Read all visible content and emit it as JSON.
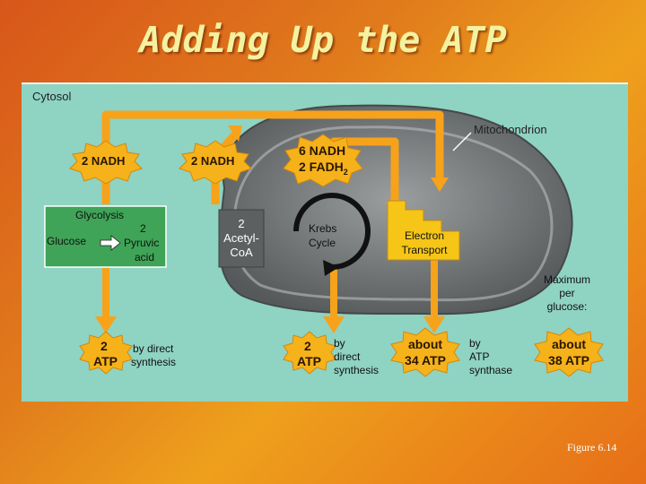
{
  "slide": {
    "title": "Adding Up the ATP",
    "figure_ref": "Figure 6.14"
  },
  "diagram": {
    "cytosol_label": "Cytosol",
    "mitochondrion_label": "Mitochondrion",
    "nadh_glycolysis": "2 NADH",
    "nadh_acetyl": "2 NADH",
    "nadh_krebs_line1": "6 NADH",
    "nadh_krebs_line2": "2 FADH",
    "nadh_krebs_sub": "2",
    "glycolysis": {
      "title": "Glycolysis",
      "glucose": "Glucose",
      "pyruvic_count": "2",
      "pyruvic_line1": "Pyruvic",
      "pyruvic_line2": "acid"
    },
    "acetyl": {
      "line1": "2",
      "line2": "Acetyl-",
      "line3": "CoA"
    },
    "krebs": {
      "line1": "Krebs",
      "line2": "Cycle"
    },
    "electron": {
      "line1": "Electron",
      "line2": "Transport"
    },
    "atp1": {
      "num": "2",
      "unit": "ATP",
      "desc_line1": "by direct",
      "desc_line2": "synthesis"
    },
    "atp2": {
      "num": "2",
      "unit": "ATP",
      "desc_line1": "by",
      "desc_line2": "direct",
      "desc_line3": "synthesis"
    },
    "atp3": {
      "line1": "about",
      "line2": "34 ATP",
      "desc_line1": "by",
      "desc_line2": "ATP",
      "desc_line3": "synthase"
    },
    "maximum": {
      "line1": "Maximum",
      "line2": "per",
      "line3": "glucose:"
    },
    "atp_total": {
      "line1": "about",
      "line2": "38 ATP"
    }
  },
  "colors": {
    "panel": "#8fd3c2",
    "arrow_orange": "#f7a21b",
    "starburst": "#f5b21a",
    "glycolysis_box": "#3fa457",
    "mito_gray": "#6f7374"
  }
}
